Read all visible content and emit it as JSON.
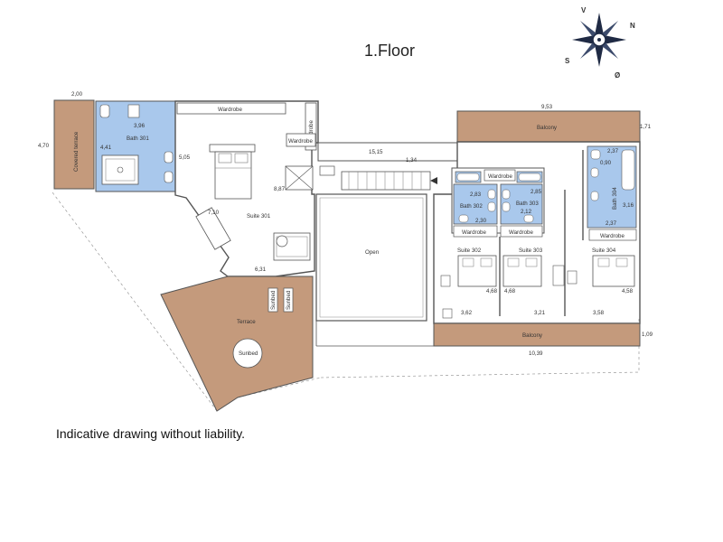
{
  "plan": {
    "title": "1.Floor",
    "disclaimer": "Indicative drawing without liability.",
    "colors": {
      "terrace": "#c49a7c",
      "bath": "#a9c8ec",
      "wall": "#555555",
      "background": "#ffffff"
    },
    "compass": {
      "n": "N",
      "s": "S",
      "v": "V",
      "o": "Ø"
    },
    "rooms": {
      "covered_terrace": "Covered terrace",
      "bath_301": "Bath 301",
      "wardrobe_top": "Wardrobe",
      "wardrobe_vert": "Wardrobe",
      "wardrobe_small": "Wardrobe",
      "suite_301": "Suite 301",
      "terrace": "Terrace",
      "sunbed_round": "Sunbed",
      "sunbed_1": "Sunbed",
      "sunbed_2": "Sunbed",
      "open": "Open",
      "balcony_top": "Balcony",
      "balcony_bottom": "Balcony",
      "wardrobe_302_303": "Wardrobe",
      "bath_302": "Bath 302",
      "bath_303": "Bath 303",
      "wardrobe_302": "Wardrobe",
      "wardrobe_303": "Wardrobe",
      "bath_304": "Bath 304",
      "wardrobe_304": "Wardrobe",
      "suite_302": "Suite 302",
      "suite_303": "Suite 303",
      "suite_304": "Suite 304"
    },
    "dimensions": {
      "d_2_00": "2,00",
      "d_4_70": "4,70",
      "d_3_96": "3,96",
      "d_4_41": "4,41",
      "d_5_05": "5,05",
      "d_8_87": "8,87",
      "d_7_10": "7,10",
      "d_6_31": "6,31",
      "d_15_15": "15,15",
      "d_1_34": "1,34",
      "d_9_53": "9,53",
      "d_1_71": "1,71",
      "d_2_37_top": "2,37",
      "d_0_90": "0,90",
      "d_3_16": "3,16",
      "d_2_37_bottom": "2,37",
      "d_2_83": "2,83",
      "d_2_30": "2,30",
      "d_2_85": "2,85",
      "d_2_12": "2,12",
      "d_4_68_a": "4,68",
      "d_4_68_b": "4,68",
      "d_4_58": "4,58",
      "d_3_62": "3,62",
      "d_3_21": "3,21",
      "d_3_58": "3,58",
      "d_1_09": "1,09",
      "d_10_39": "10,39"
    }
  }
}
